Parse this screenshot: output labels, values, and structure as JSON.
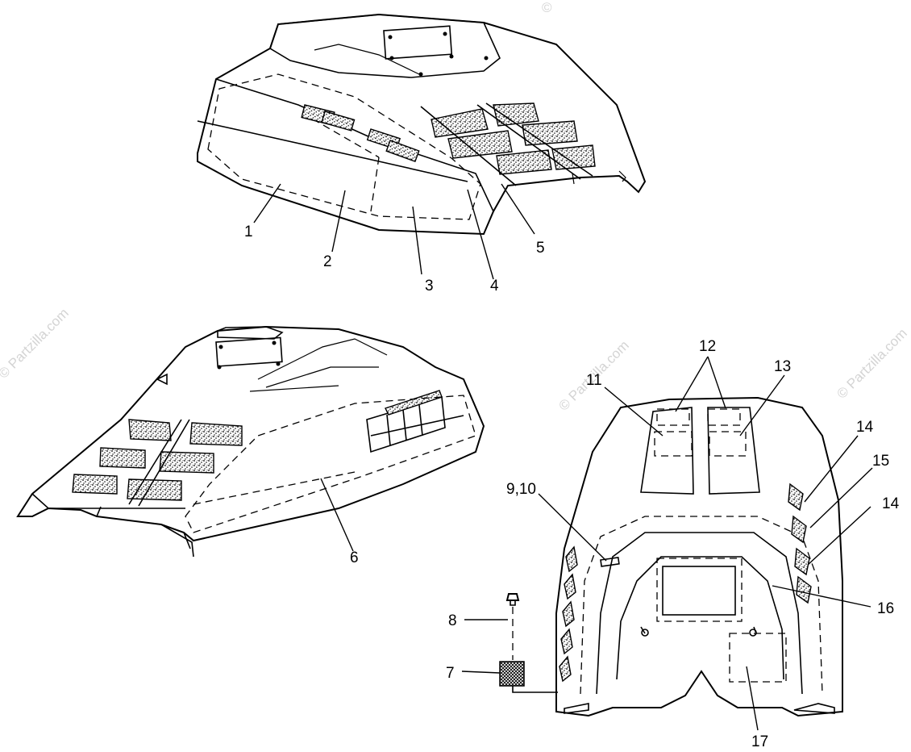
{
  "watermark": {
    "text": "© Partzilla.com",
    "symbol": "©"
  },
  "callouts": {
    "c1": "1",
    "c2": "2",
    "c3": "3",
    "c4": "4",
    "c5": "5",
    "c6": "6",
    "c7": "7",
    "c8": "8",
    "c9_10": "9,10",
    "c11": "11",
    "c12": "12",
    "c13": "13",
    "c14a": "14",
    "c15": "15",
    "c14b": "14",
    "c16": "16",
    "c17": "17"
  }
}
